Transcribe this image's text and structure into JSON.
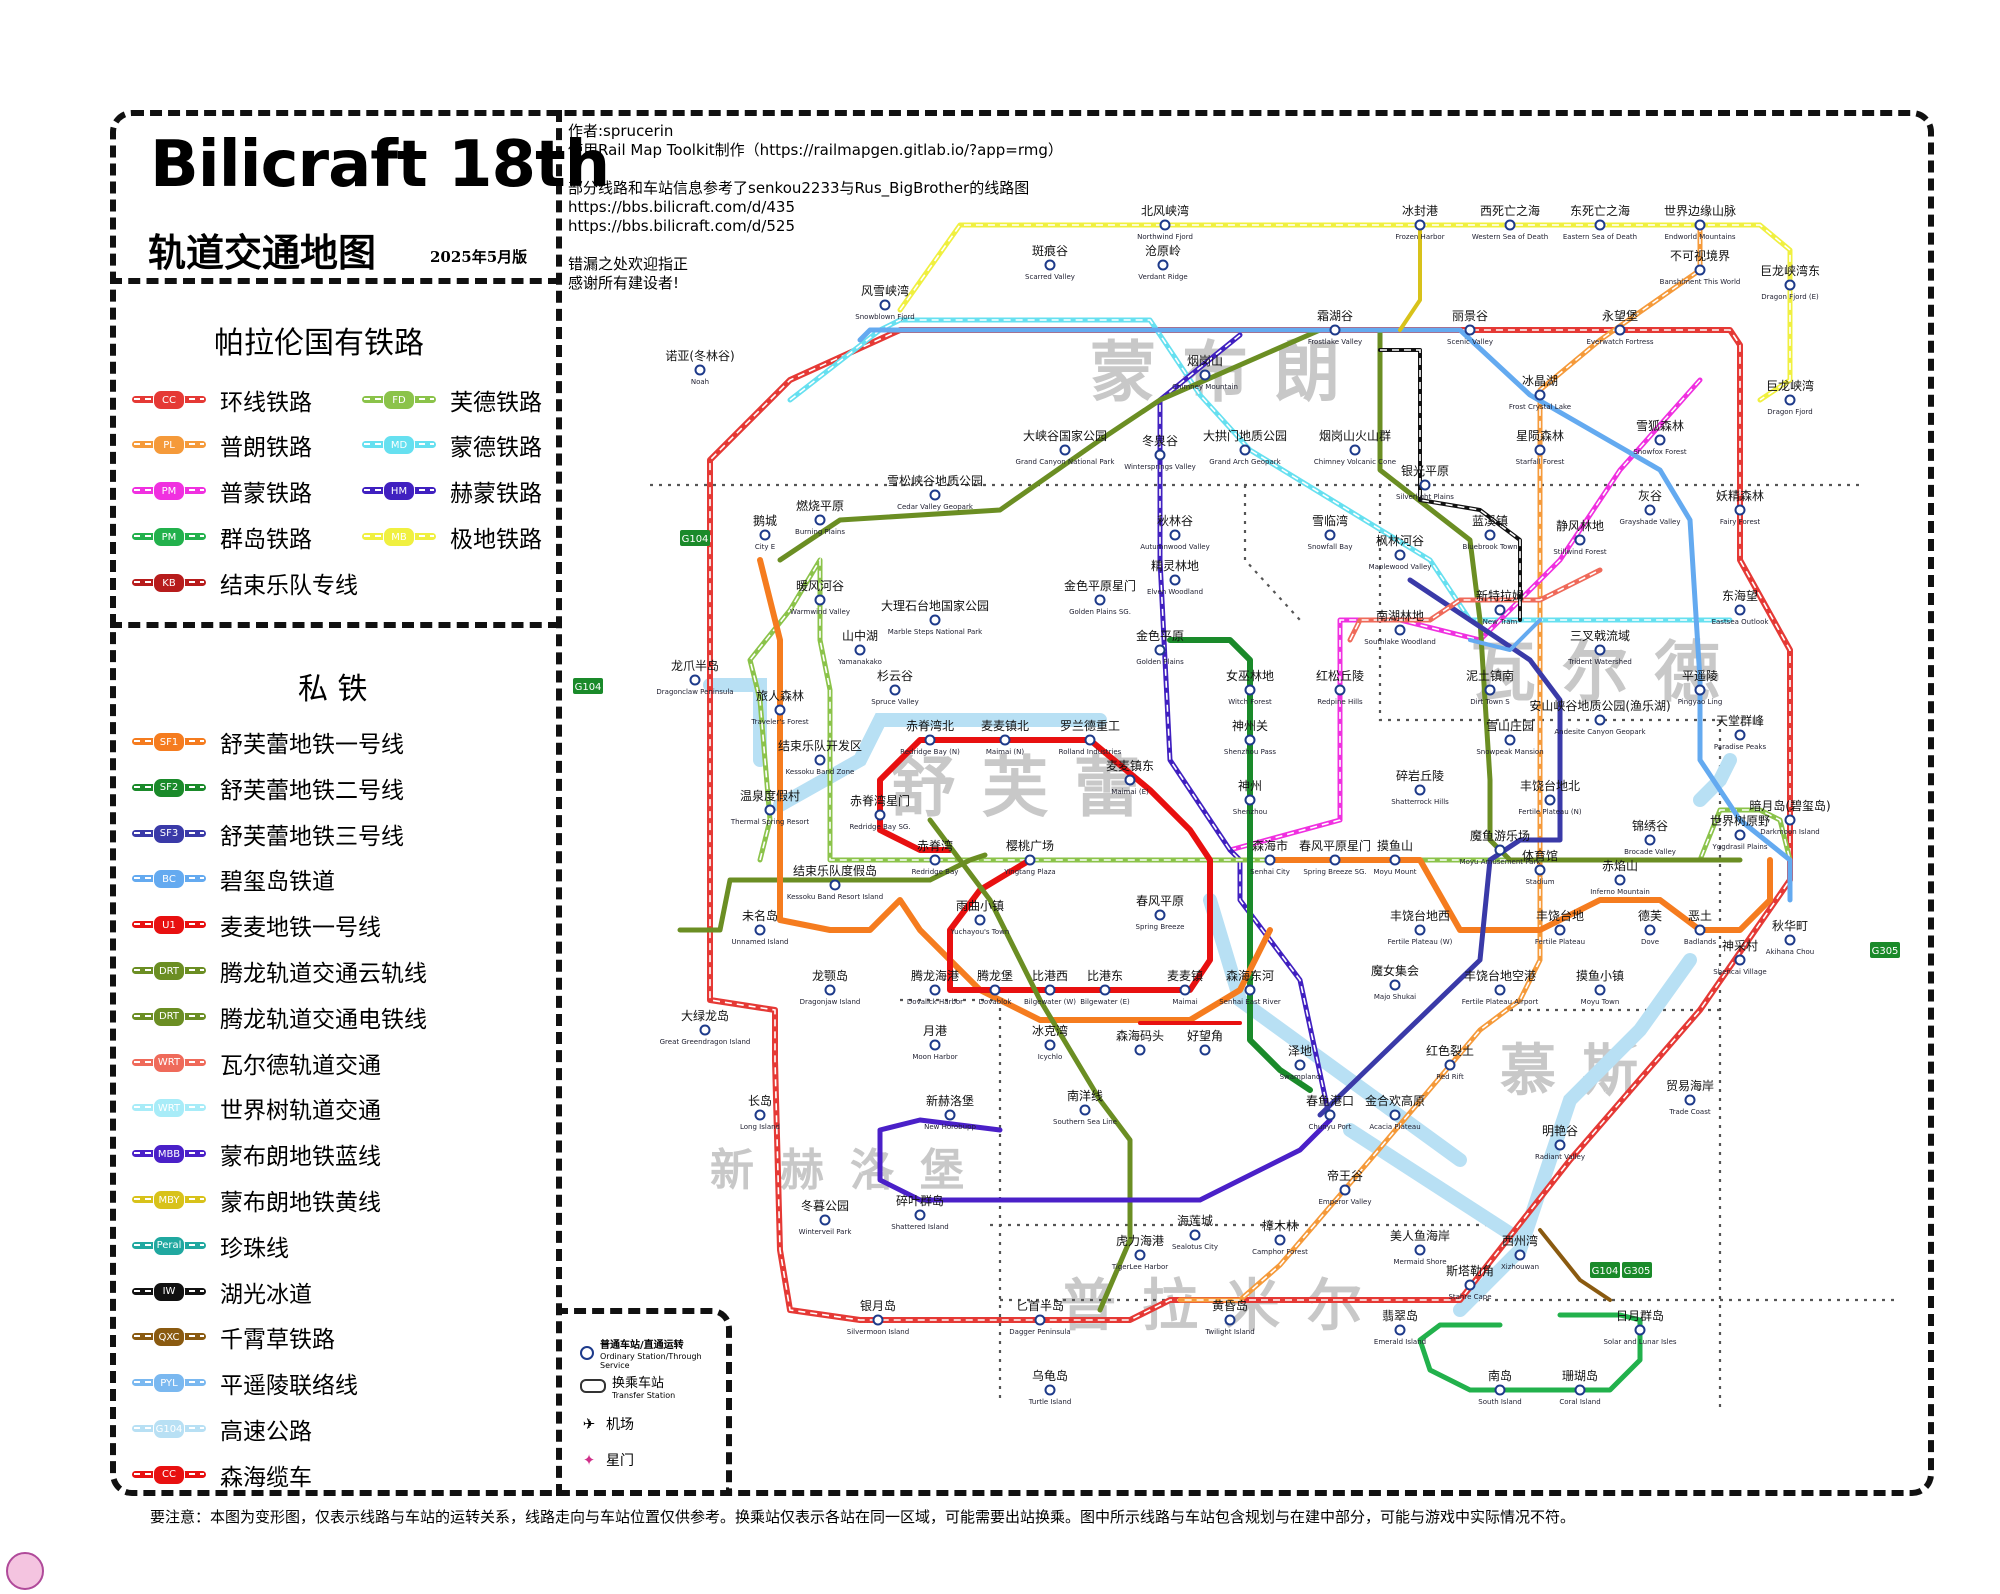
{
  "header": {
    "brand": "Bilicraft 18th",
    "subtitle": "轨道交通地图",
    "edition": "2025年5月版"
  },
  "credits": [
    "作者:sprucerin",
    "使用Rail Map Toolkit制作（https://railmapgen.gitlab.io/?app=rmg）",
    "",
    "部分线路和车站信息参考了senkou2233与Rus_BigBrother的线路图",
    "https://bbs.bilicraft.com/d/435",
    "https://bbs.bilicraft.com/d/525",
    "",
    "错漏之处欢迎指正",
    "感谢所有建设者!"
  ],
  "legend": {
    "national_title": "帕拉伦国有铁路",
    "national": [
      {
        "code": "CC",
        "label": "环线铁路",
        "color": "#e53935"
      },
      {
        "code": "FD",
        "label": "芙德铁路",
        "color": "#8bc34a"
      },
      {
        "code": "PL",
        "label": "普朗铁路",
        "color": "#f59a3a"
      },
      {
        "code": "MD",
        "label": "蒙德铁路",
        "color": "#66e0f0"
      },
      {
        "code": "PM",
        "label": "普蒙铁路",
        "color": "#f030e0"
      },
      {
        "code": "HM",
        "label": "赫蒙铁路",
        "color": "#4020c0"
      },
      {
        "code": "PM",
        "label": "群岛铁路",
        "color": "#22b14c"
      },
      {
        "code": "MB",
        "label": "极地铁路",
        "color": "#f0f040"
      },
      {
        "code": "KB",
        "label": "结束乐队专线",
        "color": "#b71c1c"
      }
    ],
    "private_title": "私 铁",
    "private": [
      {
        "code": "SF1",
        "label": "舒芙蕾地铁一号线",
        "color": "#f57c1f"
      },
      {
        "code": "SF2",
        "label": "舒芙蕾地铁二号线",
        "color": "#1a8a2a"
      },
      {
        "code": "SF3",
        "label": "舒芙蕾地铁三号线",
        "color": "#3a3aa8"
      },
      {
        "code": "BC",
        "label": "碧玺岛铁道",
        "color": "#64aaf0"
      },
      {
        "code": "U1",
        "label": "麦麦地铁一号线",
        "color": "#e81010"
      },
      {
        "code": "DRT",
        "label": "腾龙轨道交通云轨线",
        "color": "#6b8e23"
      },
      {
        "code": "DRT",
        "label": "腾龙轨道交通电铁线",
        "color": "#6b8e23"
      },
      {
        "code": "WRT",
        "label": "瓦尔德轨道交通",
        "color": "#ef6a5a"
      },
      {
        "code": "WRT",
        "label": "世界树轨道交通",
        "color": "#a8ecf8"
      },
      {
        "code": "MBB",
        "label": "蒙布朗地铁蓝线",
        "color": "#4a20c8"
      },
      {
        "code": "MBY",
        "label": "蒙布朗地铁黄线",
        "color": "#d8c21a"
      },
      {
        "code": "Peral",
        "label": "珍珠线",
        "color": "#20a8a0"
      },
      {
        "code": "IW",
        "label": "湖光冰道",
        "color": "#111111"
      },
      {
        "code": "QXC",
        "label": "千霄草铁路",
        "color": "#8a5a10"
      },
      {
        "code": "PYL",
        "label": "平遥陵联络线",
        "color": "#7ab8f0"
      },
      {
        "code": "G104",
        "label": "高速公路",
        "color": "#b8e0f4"
      },
      {
        "code": "CC",
        "label": "森海缆车",
        "color": "#e81010"
      }
    ]
  },
  "regions": [
    "蒙布朗",
    "瓦尔德",
    "舒芙蕾",
    "慕斯",
    "新赫洛堡",
    "普拉米尔"
  ],
  "roads": [
    "G104",
    "G104",
    "G305",
    "G104",
    "G305"
  ],
  "stations": [
    {
      "zh": "北风峡湾",
      "en": "Northwind Fjord"
    },
    {
      "zh": "冰封港",
      "en": "Frozen Harbor"
    },
    {
      "zh": "西死亡之海",
      "en": "Western Sea of Death"
    },
    {
      "zh": "东死亡之海",
      "en": "Eastern Sea of Death"
    },
    {
      "zh": "世界边缘山脉",
      "en": "Endworld Mountains"
    },
    {
      "zh": "斑痕谷",
      "en": "Scarred Valley"
    },
    {
      "zh": "沧原岭",
      "en": "Verdant Ridge"
    },
    {
      "zh": "风雪峡湾",
      "en": "Snowblown Fjord"
    },
    {
      "zh": "不可视境界",
      "en": "Banshiment This World"
    },
    {
      "zh": "巨龙峡湾东",
      "en": "Dragon Fjord (E)"
    },
    {
      "zh": "霜湖谷",
      "en": "Frostlake Valley"
    },
    {
      "zh": "丽景谷",
      "en": "Scenic Valley"
    },
    {
      "zh": "永望堡",
      "en": "Everwatch Fortress"
    },
    {
      "zh": "诺亚(冬林谷)",
      "en": "Noah"
    },
    {
      "zh": "烟岗山",
      "en": "Chimney Mountain"
    },
    {
      "zh": "冰晶湖",
      "en": "Frost Crystal Lake"
    },
    {
      "zh": "巨龙峡湾",
      "en": "Dragon Fjord"
    },
    {
      "zh": "大峡谷国家公园",
      "en": "Grand Canyon National Park"
    },
    {
      "zh": "大拱门地质公园",
      "en": "Grand Arch Geopark"
    },
    {
      "zh": "烟岗山火山群",
      "en": "Chimney Volcanic Cone"
    },
    {
      "zh": "星陨森林",
      "en": "Starfall Forest"
    },
    {
      "zh": "雪狐森林",
      "en": "Snowfox Forest"
    },
    {
      "zh": "冬泉谷",
      "en": "Wintersprings Valley"
    },
    {
      "zh": "银光平原",
      "en": "Silverlight Plains"
    },
    {
      "zh": "雪松峡谷地质公园",
      "en": "Cedar Valley Geopark"
    },
    {
      "zh": "灰谷",
      "en": "Grayshade Valley"
    },
    {
      "zh": "妖精森林",
      "en": "Fairy Forest"
    },
    {
      "zh": "燃烧平原",
      "en": "Burning Plains"
    },
    {
      "zh": "鹅城",
      "en": "City E"
    },
    {
      "zh": "秋林谷",
      "en": "Autumnwood Valley"
    },
    {
      "zh": "雪临湾",
      "en": "Snowfall Bay"
    },
    {
      "zh": "蓝溪镇",
      "en": "Bluebrook Town"
    },
    {
      "zh": "静风林地",
      "en": "Stillwind Forest"
    },
    {
      "zh": "枫林河谷",
      "en": "Maplewood Valley"
    },
    {
      "zh": "精灵林地",
      "en": "Elven Woodland"
    },
    {
      "zh": "暖风河谷",
      "en": "Warmwind Valley"
    },
    {
      "zh": "大理石台地国家公园",
      "en": "Marble Steps National Park"
    },
    {
      "zh": "金色平原星门",
      "en": "Golden Plains SG."
    },
    {
      "zh": "东海望",
      "en": "Eastsea Outlook"
    },
    {
      "zh": "新特拉姆",
      "en": "New Tram"
    },
    {
      "zh": "南湖林地",
      "en": "Southlake Woodland"
    },
    {
      "zh": "三叉戟流域",
      "en": "Trident Watershed"
    },
    {
      "zh": "山中湖",
      "en": "Yamanakako"
    },
    {
      "zh": "金色平原",
      "en": "Golden Plains"
    },
    {
      "zh": "平遥陵",
      "en": "Pingyao Ling"
    },
    {
      "zh": "龙爪半岛",
      "en": "Dragonclaw Peninsula"
    },
    {
      "zh": "杉云谷",
      "en": "Spruce Valley"
    },
    {
      "zh": "女巫林地",
      "en": "Witch Forest"
    },
    {
      "zh": "红松丘陵",
      "en": "Redpine Hills"
    },
    {
      "zh": "泥土镇南",
      "en": "Dirt Town S"
    },
    {
      "zh": "旅人森林",
      "en": "Traveler's Forest"
    },
    {
      "zh": "赤脊湾北",
      "en": "Redridge Bay (N)"
    },
    {
      "zh": "麦麦镇北",
      "en": "Maimai (N)"
    },
    {
      "zh": "罗兰德重工",
      "en": "Rolland Industries"
    },
    {
      "zh": "安山峡谷地质公园(渔乐湖)",
      "en": "Andesite Canyon Geopark"
    },
    {
      "zh": "天堂群峰",
      "en": "Paradise Peaks"
    },
    {
      "zh": "神州关",
      "en": "Shenzhou Pass"
    },
    {
      "zh": "雪山庄园",
      "en": "Snowpeak Mansion"
    },
    {
      "zh": "结束乐队开发区",
      "en": "Kessoku Band Zone"
    },
    {
      "zh": "麦麦镇东",
      "en": "Maimai (E)"
    },
    {
      "zh": "碎岩丘陵",
      "en": "Shatterrock Hills"
    },
    {
      "zh": "丰饶台地北",
      "en": "Fertile Plateau (N)"
    },
    {
      "zh": "温泉度假村",
      "en": "Thermal Spring Resort"
    },
    {
      "zh": "赤脊湾星门",
      "en": "Redridge Bay SG."
    },
    {
      "zh": "神州",
      "en": "Shenzhou"
    },
    {
      "zh": "暗月岛(碧玺岛)",
      "en": "Darkmoon Island"
    },
    {
      "zh": "世界树原野",
      "en": "Yggdrasil Plains"
    },
    {
      "zh": "魔鱼游乐场",
      "en": "Moyu Amusement Park"
    },
    {
      "zh": "锦绣谷",
      "en": "Brocade Valley"
    },
    {
      "zh": "森海市",
      "en": "Senhai City"
    },
    {
      "zh": "春风平原星门",
      "en": "Spring Breeze SG."
    },
    {
      "zh": "摸鱼山",
      "en": "Moyu Mount"
    },
    {
      "zh": "体育馆",
      "en": "Stadium"
    },
    {
      "zh": "赤焰山",
      "en": "Inferno Mountain"
    },
    {
      "zh": "赤脊湾",
      "en": "Redridge Bay"
    },
    {
      "zh": "樱桃广场",
      "en": "Yingtang Plaza"
    },
    {
      "zh": "结束乐队度假岛",
      "en": "Kessoku Band Resort Island"
    },
    {
      "zh": "春风平原",
      "en": "Spring Breeze"
    },
    {
      "zh": "丰饶台地西",
      "en": "Fertile Plateau (W)"
    },
    {
      "zh": "丰饶台地",
      "en": "Fertile Plateau"
    },
    {
      "zh": "德芙",
      "en": "Dove"
    },
    {
      "zh": "恶土",
      "en": "Badlands"
    },
    {
      "zh": "秋华町",
      "en": "Akihana Chou"
    },
    {
      "zh": "雨曲小镇",
      "en": "Yuchayou's Town"
    },
    {
      "zh": "未名岛",
      "en": "Unnamed Island"
    },
    {
      "zh": "神采村",
      "en": "Shencai Village"
    },
    {
      "zh": "腾龙海港",
      "en": "Dovalick Harbor"
    },
    {
      "zh": "腾龙堡",
      "en": "Dovablok"
    },
    {
      "zh": "比港西",
      "en": "Bilgewater (W)"
    },
    {
      "zh": "比港东",
      "en": "Bilgewater (E)"
    },
    {
      "zh": "麦麦镇",
      "en": "Maimai"
    },
    {
      "zh": "森海东河",
      "en": "Senhai East River"
    },
    {
      "zh": "魔女集会",
      "en": "Majo Shukai"
    },
    {
      "zh": "丰饶台地空港",
      "en": "Fertile Plateau Airport"
    },
    {
      "zh": "摸鱼小镇",
      "en": "Moyu Town"
    },
    {
      "zh": "龙颚岛",
      "en": "Dragonjaw Island"
    },
    {
      "zh": "大绿龙岛",
      "en": "Great Greendragon Island"
    },
    {
      "zh": "月港",
      "en": "Moon Harbor"
    },
    {
      "zh": "冰克湾",
      "en": "Icychlo"
    },
    {
      "zh": "森海码头",
      "en": ""
    },
    {
      "zh": "好望角",
      "en": ""
    },
    {
      "zh": "泽地",
      "en": "Swampland"
    },
    {
      "zh": "红色裂土",
      "en": "Red Rift"
    },
    {
      "zh": "贸易海岸",
      "en": "Trade Coast"
    },
    {
      "zh": "长岛",
      "en": "Long Island"
    },
    {
      "zh": "新赫洛堡",
      "en": "New Horobupp"
    },
    {
      "zh": "南洋线",
      "en": "Southern Sea Line"
    },
    {
      "zh": "春鱼港口",
      "en": "Chunyu Port"
    },
    {
      "zh": "金合欢高原",
      "en": "Acacia Plateau"
    },
    {
      "zh": "明艳谷",
      "en": "Radiant Valley"
    },
    {
      "zh": "帝王谷",
      "en": "Emperor Valley"
    },
    {
      "zh": "冬暮公园",
      "en": "Winterveil Park"
    },
    {
      "zh": "碎叶群岛",
      "en": "Shattered Island"
    },
    {
      "zh": "海莲城",
      "en": "Sealotus City"
    },
    {
      "zh": "樟木林",
      "en": "Camphor Forest"
    },
    {
      "zh": "美人鱼海岸",
      "en": "Mermaid Shore"
    },
    {
      "zh": "虎力海港",
      "en": "TigerLee Harbor"
    },
    {
      "zh": "西州湾",
      "en": "Xizhouwan"
    },
    {
      "zh": "斯塔勒角",
      "en": "Stahre Cape"
    },
    {
      "zh": "银月岛",
      "en": "Silvermoon Island"
    },
    {
      "zh": "匕首半岛",
      "en": "Dagger Peninsula"
    },
    {
      "zh": "黄昏岛",
      "en": "Twilight Island"
    },
    {
      "zh": "翡翠岛",
      "en": "Emerald Island"
    },
    {
      "zh": "日月群岛",
      "en": "Solar and Lunar Isles"
    },
    {
      "zh": "乌龟岛",
      "en": "Turtle Island"
    },
    {
      "zh": "南岛",
      "en": "South Island"
    },
    {
      "zh": "珊瑚岛",
      "en": "Coral Island"
    }
  ],
  "map_legend": {
    "ordinary": "普通车站/直通运转",
    "ordinary_en": "Ordinary Station/Through Service",
    "transfer": "换乘车站",
    "transfer_en": "Transfer Station",
    "airport": "机场",
    "stargate": "星门"
  },
  "note": "要注意：本图为变形图，仅表示线路与车站的运转关系，线路走向与车站位置仅供参考。换乘站仅表示各站在同一区域，可能需要出站换乘。图中所示线路与车站包含规划与在建中部分，可能与游戏中实际情况不符。"
}
